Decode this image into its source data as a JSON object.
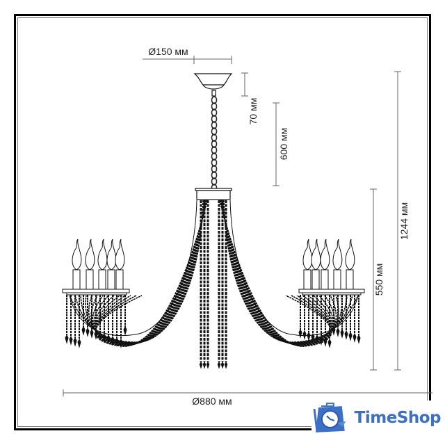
{
  "dimensions": {
    "canopy_diameter": "Ø150 мм",
    "canopy_height": "70 мм",
    "chain_length": "600 мм",
    "body_height": "550 мм",
    "total_height": "1244 мм",
    "total_diameter": "Ø880 мм"
  },
  "logo": {
    "text": "TimeShop",
    "icon": "clock-bag-icon",
    "color": "#3d6fc4"
  },
  "colors": {
    "frame": "#000000",
    "drawing": "#111111",
    "dimension_lines": "#666666"
  }
}
